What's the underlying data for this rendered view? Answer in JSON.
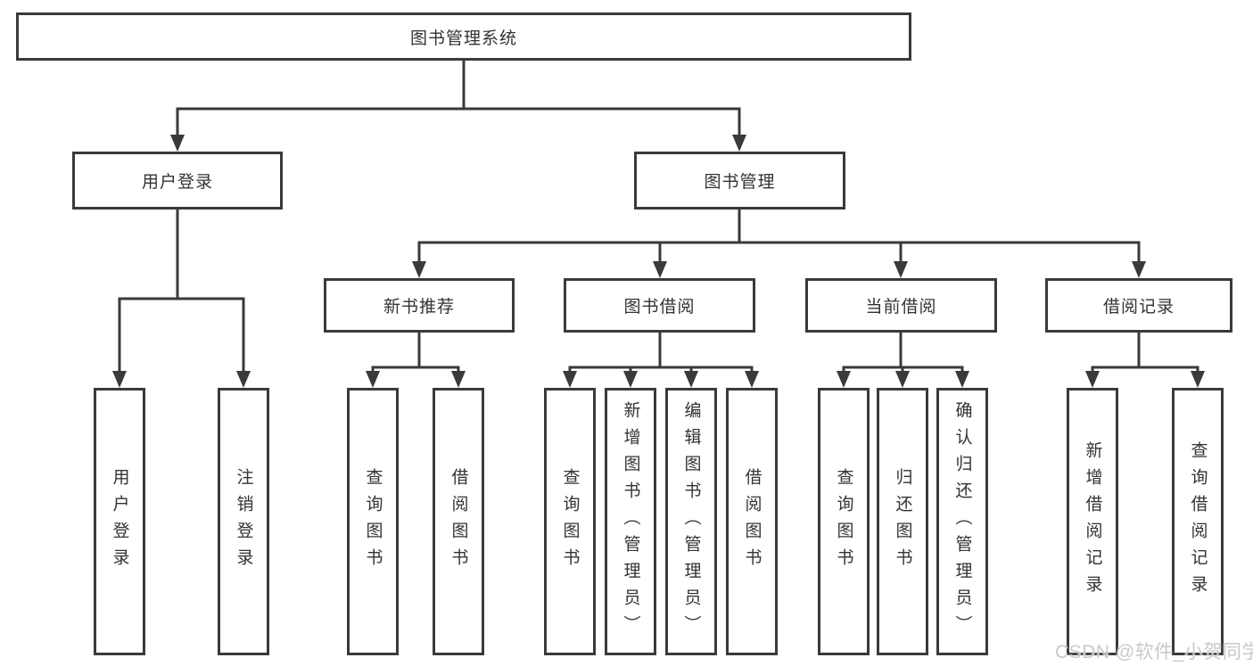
{
  "colors": {
    "line": "#3a3a3a",
    "text": "#333333",
    "background": "#ffffff",
    "watermark": "#c9c9c9"
  },
  "watermark": {
    "text": "CSDN @软件_小贺同学"
  },
  "tree": {
    "label": "图书管理系统",
    "children": [
      {
        "label": "用户登录",
        "children": [
          {
            "label": "用户登录"
          },
          {
            "label": "注销登录"
          }
        ]
      },
      {
        "label": "图书管理",
        "children": [
          {
            "label": "新书推荐",
            "children": [
              {
                "label": "查询图书"
              },
              {
                "label": "借阅图书"
              }
            ]
          },
          {
            "label": "图书借阅",
            "children": [
              {
                "label": "查询图书"
              },
              {
                "label": "新增图书（管理员）"
              },
              {
                "label": "编辑图书（管理员）"
              },
              {
                "label": "借阅图书"
              }
            ]
          },
          {
            "label": "当前借阅",
            "children": [
              {
                "label": "查询图书"
              },
              {
                "label": "归还图书"
              },
              {
                "label": "确认归还（管理员）"
              }
            ]
          },
          {
            "label": "借阅记录",
            "children": [
              {
                "label": "新增借阅记录"
              },
              {
                "label": "查询借阅记录"
              }
            ]
          }
        ]
      }
    ]
  }
}
